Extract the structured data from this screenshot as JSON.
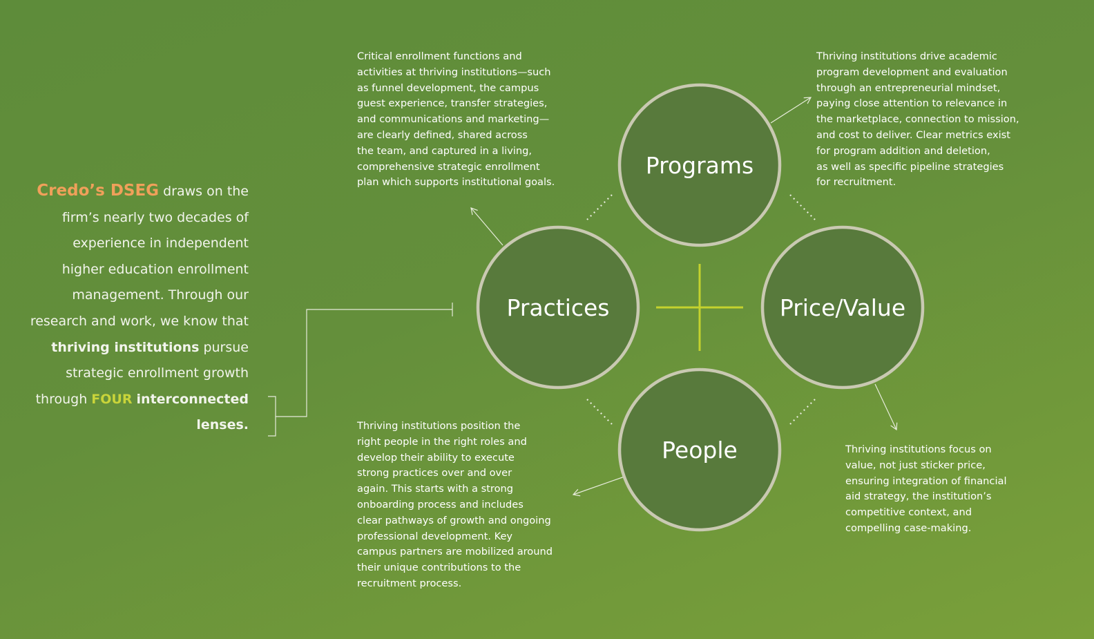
{
  "intro": {
    "brand": "Credo’s DSEG",
    "part1": " draws on the firm’s nearly two decades of experience in independent higher education enrollment management. Through our research and work, we know that ",
    "bold1": "thriving institutions",
    "part2": " pursue strategic enrollment growth through ",
    "four": "FOUR",
    "bold2": "interconnected lenses."
  },
  "lenses": {
    "programs": {
      "label": "Programs",
      "description": "Thriving institutions drive academic\nprogram development and evaluation\nthrough an entrepreneurial  mindset,\npaying close attention to relevance in\nthe marketplace, connection to mission,\nand cost to deliver. Clear metrics exist\nfor program addition and deletion,\nas well as specific pipeline strategies\nfor recruitment."
    },
    "practices": {
      "label": "Practices",
      "description": "Critical enrollment functions and\nactivities at thriving institutions—such\nas funnel development, the campus\nguest experience, transfer strategies,\nand communications and marketing—\nare clearly defined, shared across\nthe team, and captured in a living,\ncomprehensive strategic enrollment\nplan which supports institutional goals."
    },
    "price_value": {
      "label": "Price/Value",
      "description": "Thriving institutions focus on\nvalue, not just sticker price,\nensuring integration of financial\naid strategy, the institution’s\ncompetitive context, and\ncompelling case-making."
    },
    "people": {
      "label": "People",
      "description": "Thriving institutions position the\nright people in the right roles and\ndevelop their ability to execute\nstrong practices over and over\nagain. This starts with a strong\nonboarding process and includes\nclear pathways of growth and ongoing\nprofessional development. Key\ncampus partners are mobilized around\ntheir unique contributions to the\nrecruitment process."
    }
  },
  "colors": {
    "circle_fill": "#587a3c",
    "circle_stroke": "#c9c9b2",
    "plus": "#c4d22e",
    "brand_orange": "#f0a05a",
    "accent_yellow": "#c9d43a"
  }
}
